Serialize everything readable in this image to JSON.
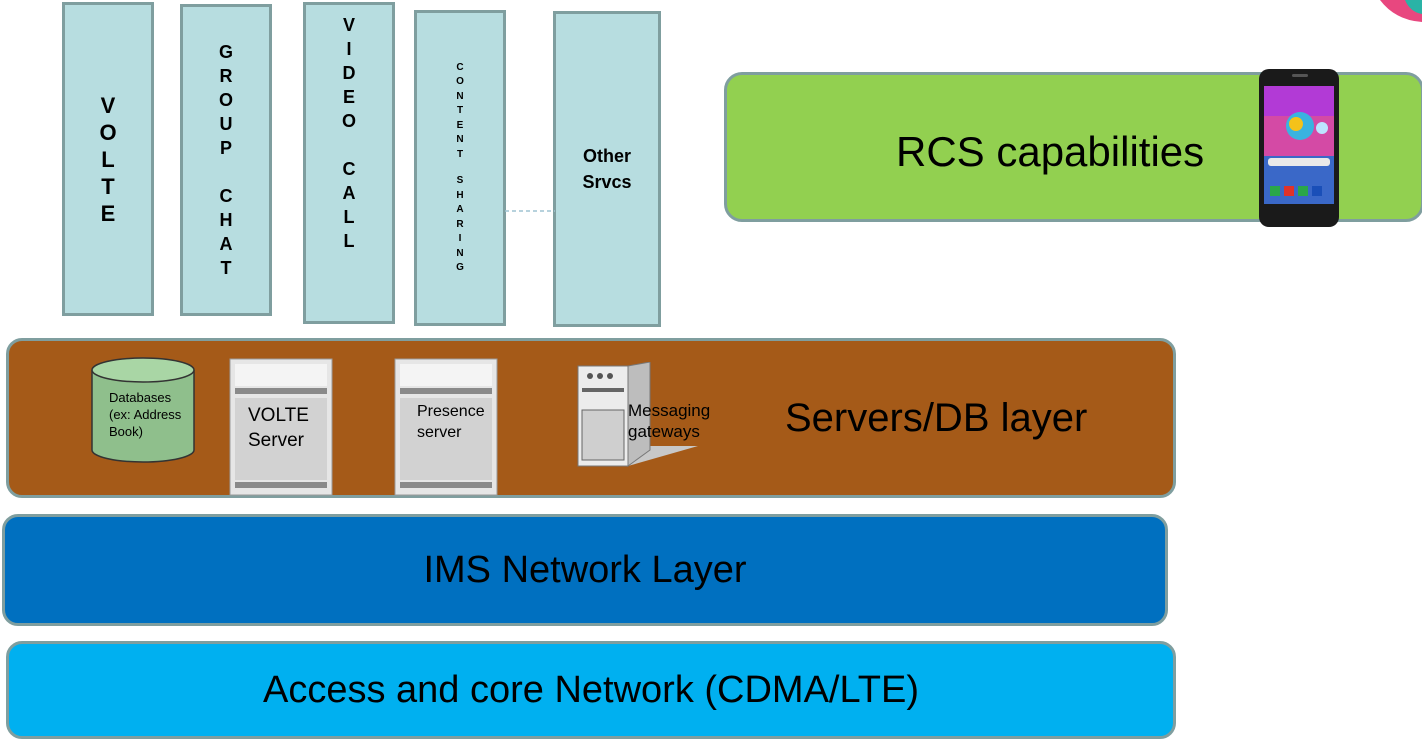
{
  "columns": {
    "volte": {
      "letters": [
        "V",
        "O",
        "L",
        "T",
        "E"
      ]
    },
    "group_chat": {
      "letters": [
        "G",
        "R",
        "O",
        "U",
        "P",
        "",
        "C",
        "H",
        "A",
        "T"
      ]
    },
    "video_call": {
      "letters": [
        "V",
        "I",
        "D",
        "E",
        "O",
        "",
        "C",
        "A",
        "L",
        "L"
      ]
    },
    "content_sharing": {
      "letters": [
        "C",
        "O",
        "N",
        "T",
        "E",
        "N",
        "T",
        "",
        "S",
        "H",
        "A",
        "R",
        "I",
        "N",
        "G"
      ]
    },
    "other": {
      "line1": "Other",
      "line2": "Srvcs"
    }
  },
  "rcs": {
    "label": "RCS capabilities"
  },
  "servers_layer": {
    "label": "Servers/DB layer",
    "databases_label": "Databases\n(ex: Address\nBook)",
    "volte_server_label": "VOLTE\nServer",
    "presence_server_label": "Presence\nserver",
    "messaging_label": "Messaging\ngateways"
  },
  "ims_layer": {
    "label": "IMS Network Layer"
  },
  "access_layer": {
    "label": "Access and core Network (CDMA/LTE)"
  },
  "colors": {
    "column_fill": "#b7dde0",
    "rcs_fill": "#92d050",
    "servers_fill": "#a55a18",
    "ims_fill": "#0070c0",
    "access_fill": "#00b0f0"
  }
}
